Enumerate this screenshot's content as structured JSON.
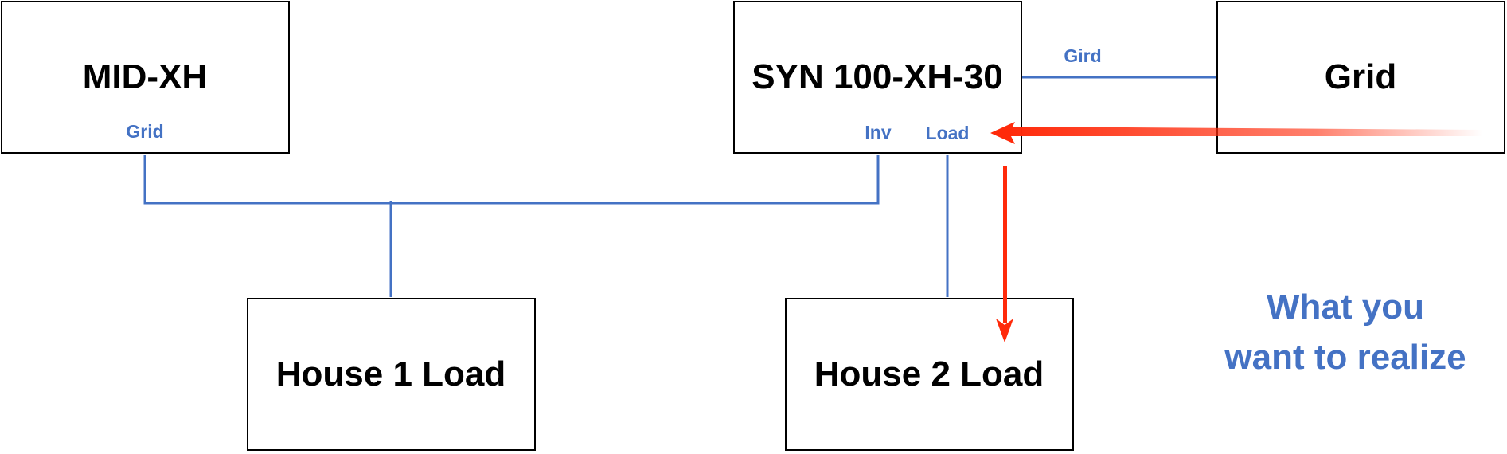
{
  "colors": {
    "wire": "#4472C4",
    "label": "#4472C4",
    "arrow": "#FF2A0A",
    "box_border": "#000000"
  },
  "nodes": {
    "mid_xh": {
      "title": "MID-XH",
      "port_grid": "Grid"
    },
    "syn": {
      "title": "SYN 100-XH-30",
      "port_inv": "Inv",
      "port_load": "Load"
    },
    "grid": {
      "title": "Grid"
    },
    "house1": {
      "title": "House 1 Load"
    },
    "house2": {
      "title": "House 2 Load"
    }
  },
  "edge_labels": {
    "syn_to_grid": "Gird"
  },
  "caption": {
    "line1": "What you",
    "line2": "want to realize"
  }
}
